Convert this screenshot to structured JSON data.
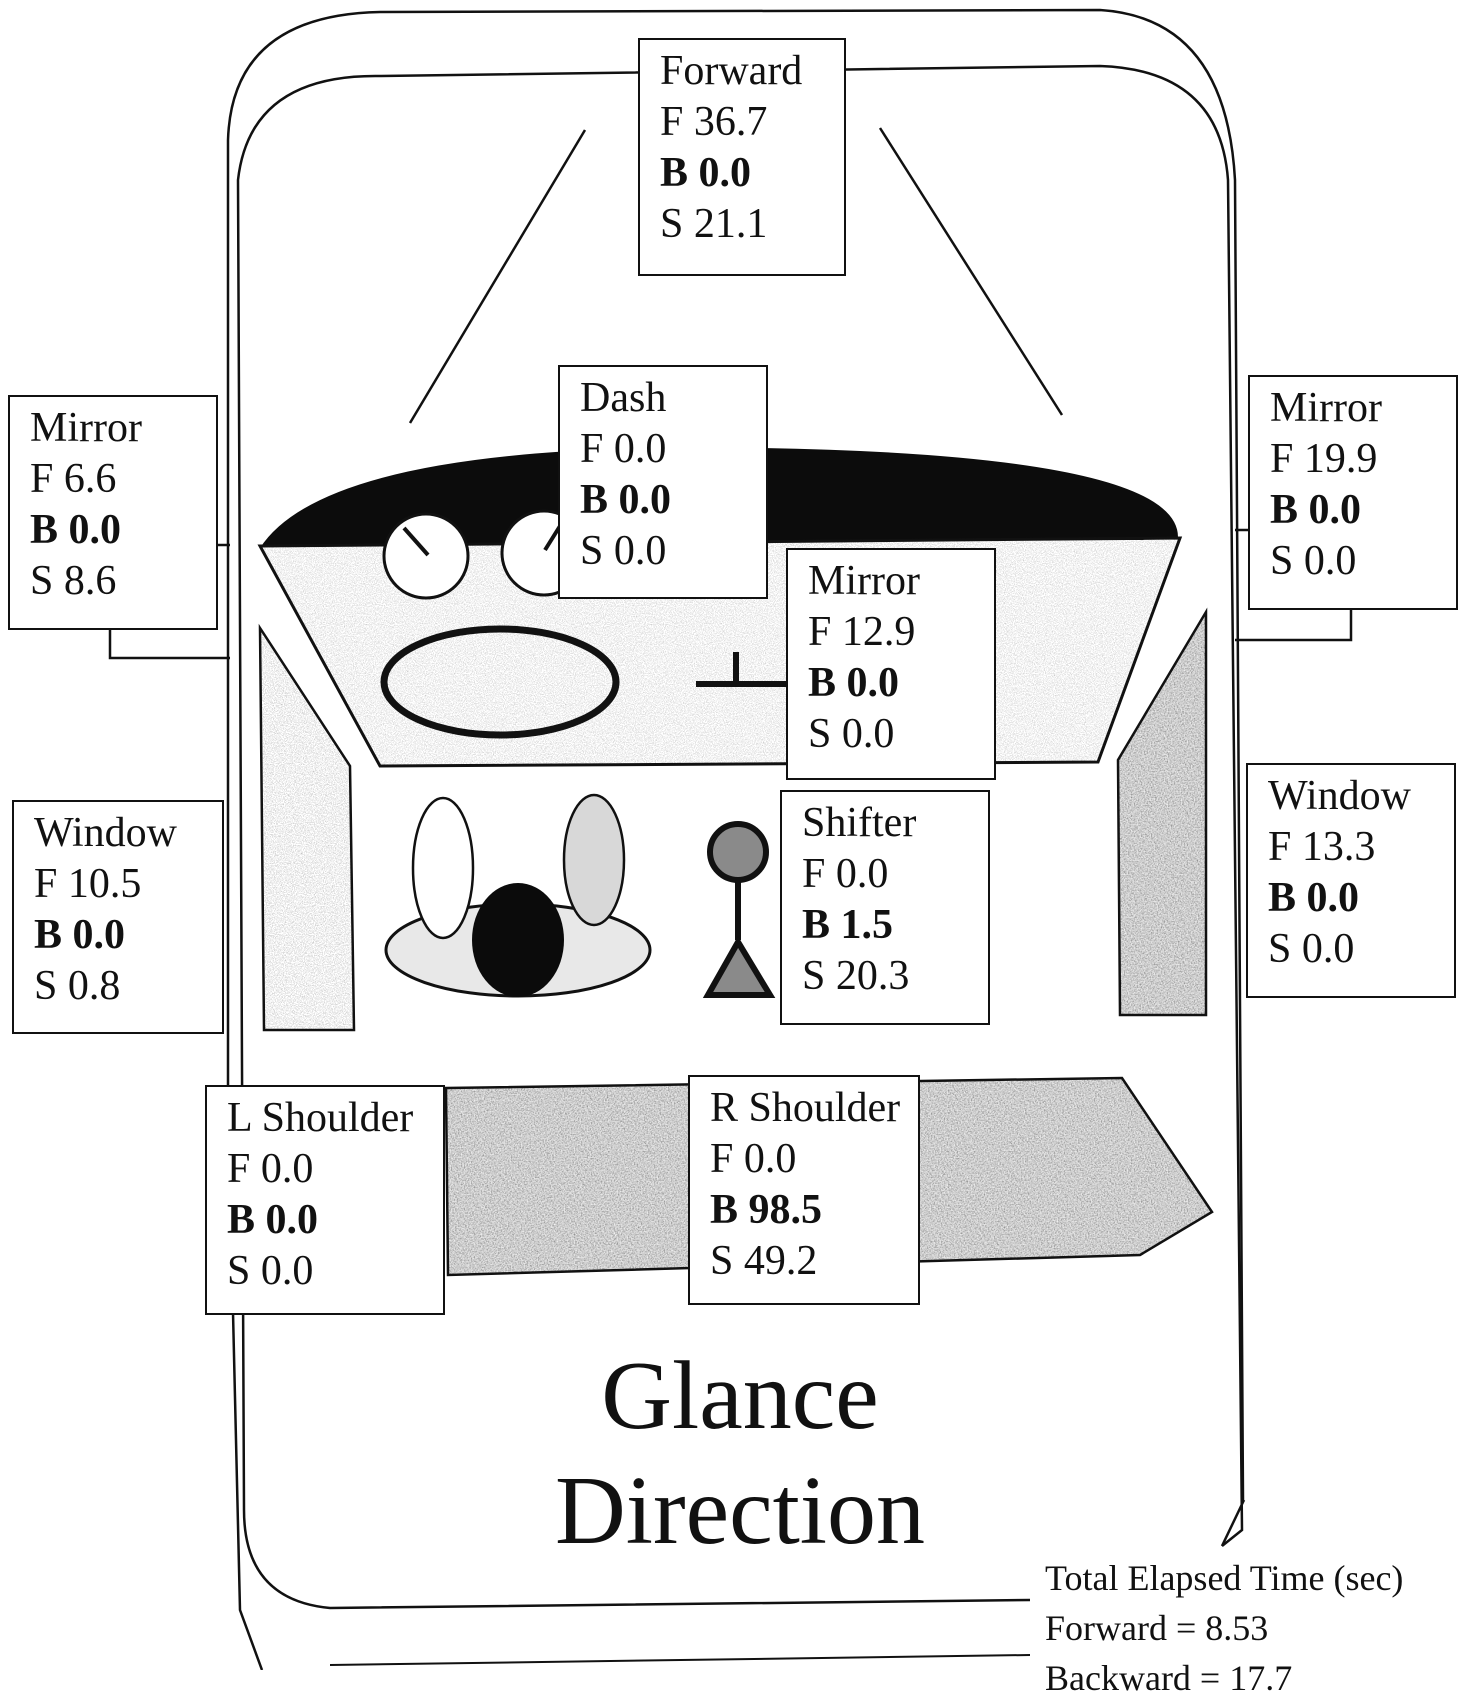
{
  "title": {
    "line1": "Glance",
    "line2": "Direction"
  },
  "regions": {
    "forward": {
      "name": "Forward",
      "f": "F 36.7",
      "b": "B 0.0",
      "s": "S 21.1"
    },
    "left_mirror": {
      "name": "Mirror",
      "f": "F 6.6",
      "b": "B 0.0",
      "s": "S 8.6"
    },
    "right_mirror": {
      "name": "Mirror",
      "f": "F 19.9",
      "b": "B 0.0",
      "s": "S 0.0"
    },
    "dash": {
      "name": "Dash",
      "f": "F 0.0",
      "b": "B 0.0",
      "s": "S 0.0"
    },
    "center_mirror": {
      "name": "Mirror",
      "f": "F 12.9",
      "b": "B 0.0",
      "s": "S 0.0"
    },
    "left_window": {
      "name": "Window",
      "f": "F 10.5",
      "b": "B 0.0",
      "s": "S 0.8"
    },
    "right_window": {
      "name": "Window",
      "f": "F 13.3",
      "b": "B 0.0",
      "s": "S 0.0"
    },
    "shifter": {
      "name": "Shifter",
      "f": "F 0.0",
      "b": "B 1.5",
      "s": "S 20.3"
    },
    "left_shoulder": {
      "name": "L Shoulder",
      "f": "F 0.0",
      "b": "B 0.0",
      "s": "S 0.0"
    },
    "right_shoulder": {
      "name": "R Shoulder",
      "f": "F 0.0",
      "b": "B 98.5",
      "s": "S 49.2"
    }
  },
  "elapsed": {
    "heading": "Total Elapsed Time (sec)",
    "forward": "Forward = 8.53",
    "backward": "Backward = 17.7"
  }
}
